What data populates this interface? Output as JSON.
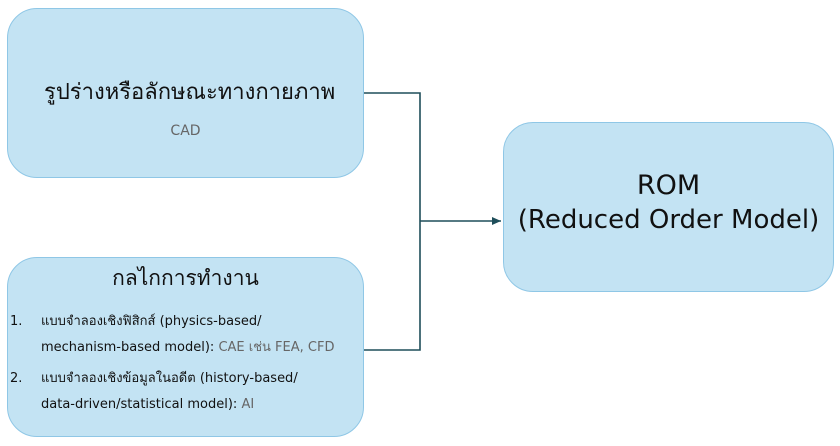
{
  "diagram": {
    "physical_box": {
      "title": "รูปร่างหรือลักษณะทางกายภาพ",
      "subtitle": "CAD"
    },
    "mechanism_box": {
      "title": "กลไกการทำงาน",
      "items": [
        {
          "number": "1.",
          "line1": "แบบจำลองเชิงฟิสิกส์ (physics-based/",
          "line2_main": "mechanism-based model): ",
          "line2_muted": "CAE เช่น FEA, CFD"
        },
        {
          "number": "2.",
          "line1": "แบบจำลองเชิงข้อมูลในอดีต (history-based/",
          "line2_main": "data-driven/statistical model): ",
          "line2_muted": "AI"
        }
      ]
    },
    "rom_box": {
      "line1": "ROM",
      "line2": "(Reduced Order Model)"
    },
    "colors": {
      "box_fill": "#c3e3f3",
      "box_border": "#8fc7e6",
      "connector": "#1f4e5a"
    }
  }
}
